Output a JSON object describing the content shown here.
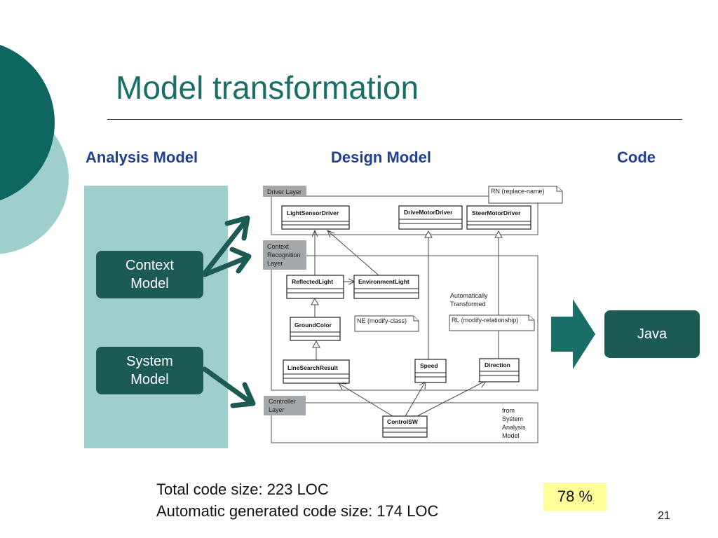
{
  "title": "Model transformation",
  "columns": {
    "analysis": "Analysis Model",
    "design": "Design Model",
    "code": "Code"
  },
  "analysis_boxes": {
    "context": "Context\nModel",
    "system": "System\nModel"
  },
  "java_label": "Java",
  "uml": {
    "layers": {
      "driver": "Driver Layer",
      "context_l1": "Context",
      "context_l2": "Recognition",
      "context_l3": "Layer",
      "controller_l1": "Controller",
      "controller_l2": "Layer"
    },
    "classes": {
      "light_sensor_driver": "LightSensorDriver",
      "drive_motor_driver": "DriveMotorDriver",
      "steer_motor_driver": "SteerMotorDriver",
      "reflected_light": "ReflectedLight",
      "environment_light": "EnvironmentLight",
      "ground_color": "GroundColor",
      "line_search_result": "LineSearchResult",
      "speed": "Speed",
      "direction": "Direction",
      "control_sw": "ControlSW"
    },
    "notes": {
      "rn": "RN (replace-name)",
      "ne": "NE (modify-class)",
      "rl": "RL (modify-relationship)",
      "auto_l1": "Automatically",
      "auto_l2": "Transformed",
      "from_l1": "from",
      "from_l2": "System",
      "from_l3": "Analysis",
      "from_l4": "Model"
    }
  },
  "stats": {
    "total": "Total code size:  223 LOC",
    "generated": "Automatic generated code size: 174 LOC"
  },
  "percent": "78 %",
  "page_number": "21",
  "colors": {
    "title": "#1a6e68",
    "heading": "#1f3f91",
    "dark_teal": "#1c5a54",
    "light_teal": "#9fcfcd",
    "highlight": "#ffff99"
  }
}
